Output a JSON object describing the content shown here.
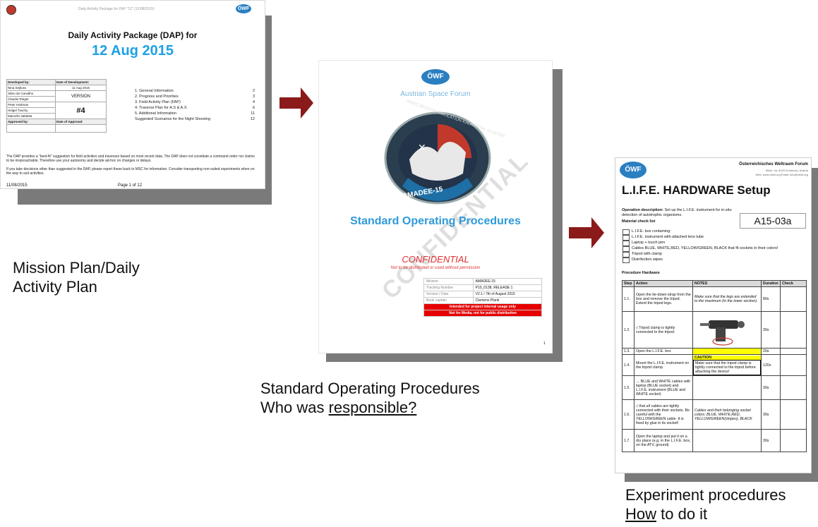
{
  "dap": {
    "header": "Daily Activity Package for DAY \"12\" (12/08/2015)",
    "title": "Daily Activity Package (DAP) for",
    "date": "12 Aug 2015",
    "developed_by_label": "Developed by:",
    "date_dev_label": "Date of Development:",
    "dev_date": "11 Aug 2015",
    "people": [
      "Nina Sejkora",
      "Silvio de Carvalho",
      "Claudio Rieger",
      "Peter Hartman",
      "Helgel Tuschy",
      "Marcello Valdetta"
    ],
    "version_label": "VERSION",
    "version": "#4",
    "approved_label": "Approved by:",
    "date_approval_label": "Date of Approval:",
    "toc": [
      {
        "item": "1.   General Information",
        "page": "2"
      },
      {
        "item": "2.   Progress and Priorities",
        "page": "3"
      },
      {
        "item": "3.   Field Activity Plan (FAP)",
        "page": "4"
      },
      {
        "item": "4.   Traverse Plan for A.S & A.X.",
        "page": "6"
      },
      {
        "item": "5.   Additional Information",
        "page": "11"
      },
      {
        "item": "Suggested Scenarios for the Night Shooting",
        "page": "12"
      }
    ],
    "para1": "The DAP provides a \"best-fit\" suggestion for field activities and traverses based on most recent data. The DAP does not constitute a command order nor claims to be irreproachable. Therefore use your autonomy and decide ad-hoc on changes or delays.",
    "para2": "If you take decisions other than suggested in the DAP, please report these back to MSC for information. Consider transporting non-suited experiments when on the way to suit activities.",
    "footer_date": "11/08/2015",
    "footer_page": "Page 1 of 12",
    "caption_lines": [
      "Mission Plan/Daily",
      "Activity Plan"
    ]
  },
  "sop": {
    "org": "Austrian Space Forum",
    "patch_top": "MARS MISSION SIMULATION KAUNERTAL GLACIER",
    "patch_bottom": "AMADEE-15",
    "watermark": "CONFIDENTIAL",
    "title": "Standard Operating Procedures",
    "confidential": "CONFIDENTIAL",
    "subtitle": "Not to be distributed or used without permission",
    "meta": [
      {
        "k": "Mission",
        "v": "AMADEE-15"
      },
      {
        "k": "Tracking Number",
        "v": "P10_0138, RELEASE 1"
      },
      {
        "k": "Version / Date",
        "v": "V2.1 / 7th of August 2015"
      },
      {
        "k": "Book captain",
        "v": "Clemens Plank"
      }
    ],
    "red1": "Intended for project internal usage only",
    "red2": "Not for Media, not for public distribution",
    "page_no": "1",
    "caption_line1": "Standard Operating Procedures",
    "caption_line2_pre": "Who was ",
    "caption_line2_u": "responsible?"
  },
  "life": {
    "org": "Österreichisches Weltraum Forum",
    "address": "Sillstr. 4a, 6020 Innsbruck, Austria",
    "web": "Web: www.oewf.org  Email: info@oewf.org",
    "title": "L.I.F.E. HARDWARE Setup",
    "op_desc_label": "Operation description:",
    "op_desc": " Set up the L.I.F.E. instrument for in-situ detection of autotrophic organisms.",
    "material_label": "Material check list",
    "code": "A15-03a",
    "materials": [
      "L.I.F.E. box containing:",
      "L.I.F.E. instrument with attached lens tube",
      "Laptop + touch pen",
      "Cables BLUE, WHITE,RED, YELLOW/GREEN, BLACK that fit sockets in their colors!",
      "Tripod with clamp",
      "Disinfection wipes"
    ],
    "procedure_label": "Procedure Hardware",
    "headers": [
      "Step",
      "Action",
      "NOTES",
      "Duration",
      "Check"
    ],
    "steps": [
      {
        "step": "1.1.",
        "action": "Open the tie-down-strap from the box and remove the tripod. Extent the tripod legs.",
        "notes": "Make sure that the legs are extended to the maximum (in the lower section).",
        "duration": "80s"
      },
      {
        "step": "1.2.",
        "action": "√ Tripod clamp is tightly connected to the tripod.",
        "notes": "",
        "duration": "30s"
      },
      {
        "step": "1.3.",
        "action": "Open the L.I.F.E. box",
        "notes": "",
        "duration": "20s"
      },
      {
        "step": "1.4.",
        "action": "Mount the L.I.F.E. instrument on the tripod clamp.",
        "notes": "Make sure that the tripod clamp is tightly connected to the tripod before attaching the device!",
        "duration": "120s"
      },
      {
        "step": "1.5.",
        "action": "→ BLUE and WHITE cables with laptop (BLUE socket) and L.I.F.E. instrument (BLUE and WHITE socket)",
        "notes": "",
        "duration": "30s"
      },
      {
        "step": "1.6.",
        "action": "√ that all cables are tightly connected with their sockets. Be careful with the YELLOW/GREEN cable. It is fixed by glue in its socket!",
        "notes": "Cables and their belonging socket colors: BLUE, WHITE,RED, YELLOW/GREEN(stripes), BLACK",
        "duration": "30s"
      },
      {
        "step": "1.7.",
        "action": "Open the laptop and put it on a dry place (e.g. in the L.I.F.E. box, on the ATV, ground)",
        "notes": "",
        "duration": "30s"
      }
    ],
    "caution": "CAUTION",
    "caption_line1": "Experiment procedures",
    "caption_line2_u": "How",
    "caption_line2_rest": " to do it"
  },
  "logo_text": "ÖWF",
  "colors": {
    "arrow": "#8b1a1a",
    "shadow": "#7a7a7a",
    "date_blue": "#1ea0e6",
    "sop_blue": "#2e9ad8",
    "red": "#e60000"
  }
}
